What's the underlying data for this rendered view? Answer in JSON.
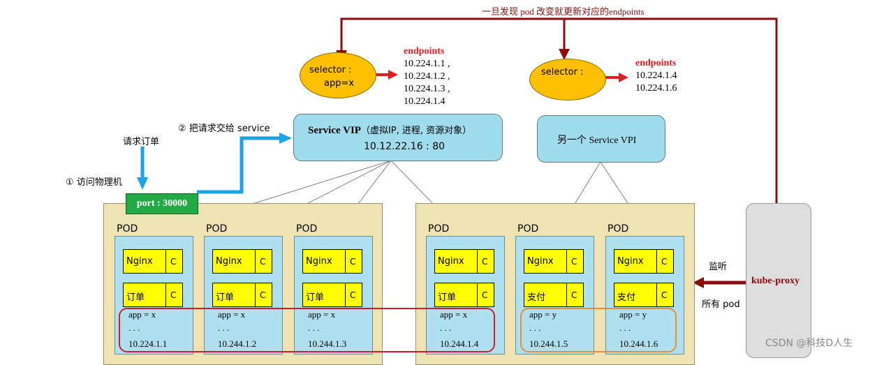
{
  "top_label": "一旦发现 pod 改变就更新对应的endpoints",
  "selector_left": {
    "line1": "selector :",
    "line2": "app=x"
  },
  "selector_right": {
    "line1": "selector :"
  },
  "endpoints_left": {
    "title": "endpoints",
    "items": [
      "10.224.1.1 ,",
      "10.224.1.2 ,",
      "10.224.1.3 ,",
      "10.224.1.4"
    ]
  },
  "endpoints_right": {
    "title": "endpoints",
    "items": [
      "10.224.1.4",
      "10.224.1.6"
    ]
  },
  "service_main": {
    "title": "Service VIP",
    "subtitle": "（虚拟IP, 进程, 资源对象）",
    "address": "10.12.22.16 : 80"
  },
  "service_other": {
    "label": "另一个 Service VPI"
  },
  "steps": {
    "step2": "② 把请求交给 service",
    "request": "请求订单",
    "step1": "① 访问物理机"
  },
  "port": {
    "label": "port : 30000"
  },
  "kube_proxy": {
    "label": "kube-proxy",
    "watch": "监听",
    "all_pods": "所有 pod"
  },
  "pods": [
    {
      "label": "POD",
      "c1": "Nginx",
      "c2": "订单",
      "cc": "C",
      "app": "app = x",
      "dots": ". . .",
      "ip": "10.224.1.1"
    },
    {
      "label": "POD",
      "c1": "Nginx",
      "c2": "订单",
      "cc": "C",
      "app": "app = x",
      "dots": ". . .",
      "ip": "10.244.1.2"
    },
    {
      "label": "POD",
      "c1": "Nginx",
      "c2": "订单",
      "cc": "C",
      "app": "app = x",
      "dots": ". . .",
      "ip": "10.244.1.3"
    },
    {
      "label": "POD",
      "c1": "Nginx",
      "c2": "订单",
      "cc": "C",
      "app": "app = x",
      "dots": ". . .",
      "ip": "10.244.1.4"
    },
    {
      "label": "POD",
      "c1": "Nginx",
      "c2": "支付",
      "cc": "C",
      "app": "app = y",
      "dots": ". . .",
      "ip": "10.244.1.5"
    },
    {
      "label": "POD",
      "c1": "Nginx",
      "c2": "支付",
      "cc": "C",
      "app": "app = y",
      "dots": ". . .",
      "ip": "10.244.1.6"
    }
  ],
  "watermark": "CSDN @科技D人生",
  "colors": {
    "dark_red": "#8b0a0a",
    "red": "#e02020",
    "blue_arrow": "#1aa3e6",
    "orange": "#f08a30",
    "yellow": "#ffff00",
    "gold": "#ffc000"
  }
}
